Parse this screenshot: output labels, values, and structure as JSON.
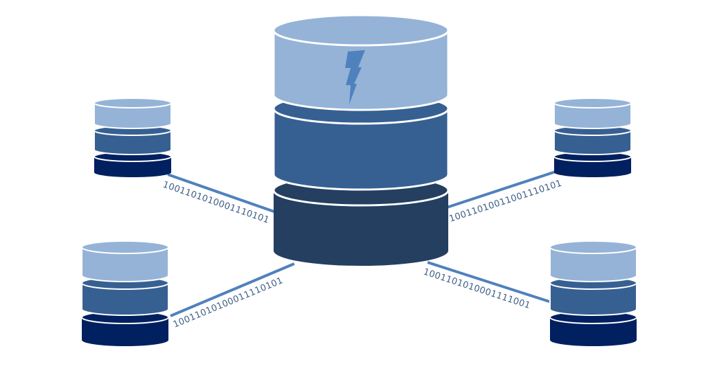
{
  "diagram": {
    "colors": {
      "light": "#95b3d7",
      "mid": "#376092",
      "dark": "#243f60",
      "navy": "#002060",
      "link": "#4f81bd",
      "bits_text": "#3f5f86",
      "background": "#ffffff"
    },
    "central_database": {
      "name": "central-database",
      "icon": "lightning-bolt-icon"
    },
    "nodes": [
      {
        "name": "database-node-top-left"
      },
      {
        "name": "database-node-top-right"
      },
      {
        "name": "database-node-bottom-left"
      },
      {
        "name": "database-node-bottom-right"
      }
    ],
    "links": [
      {
        "name": "link-top-left",
        "bits": "1001101010001110101"
      },
      {
        "name": "link-top-right",
        "bits": "10011010011001110101"
      },
      {
        "name": "link-bottom-left",
        "bits": "10011010100011110101"
      },
      {
        "name": "link-bottom-right",
        "bits": "1001101010001111001"
      }
    ]
  }
}
